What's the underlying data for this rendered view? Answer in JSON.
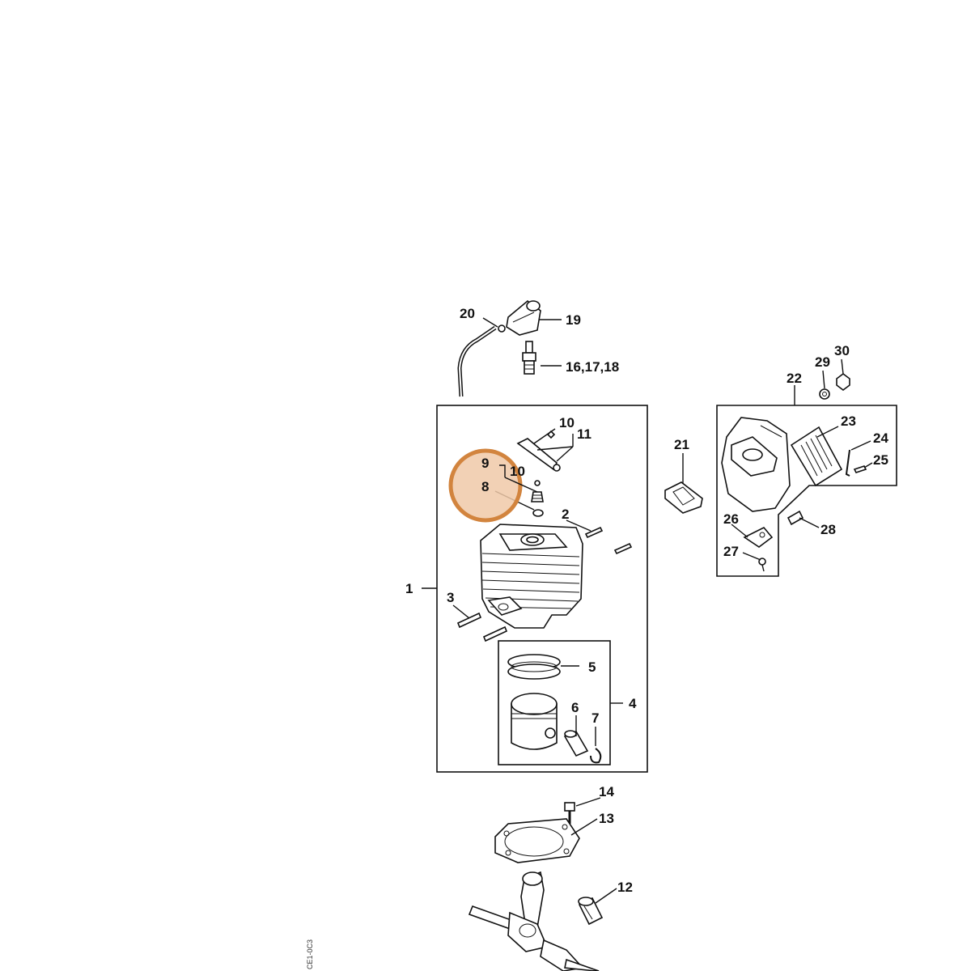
{
  "diagram": {
    "callouts": {
      "c1": "1",
      "c2": "2",
      "c3": "3",
      "c4": "4",
      "c5": "5",
      "c6": "6",
      "c7": "7",
      "c8": "8",
      "c9": "9",
      "c10a": "10",
      "c10b": "10",
      "c11": "11",
      "c12": "12",
      "c13": "13",
      "c14": "14",
      "c16": "16,17,18",
      "c19": "19",
      "c20": "20",
      "c21": "21",
      "c22": "22",
      "c23": "23",
      "c24": "24",
      "c25": "25",
      "c26": "26",
      "c27": "27",
      "c28": "28",
      "c29": "29",
      "c30": "30"
    },
    "side_code": "CE1-0C3"
  },
  "colors": {
    "highlight_fill": "#f0c9a8",
    "highlight_stroke": "#d2843e",
    "line": "#111111"
  }
}
